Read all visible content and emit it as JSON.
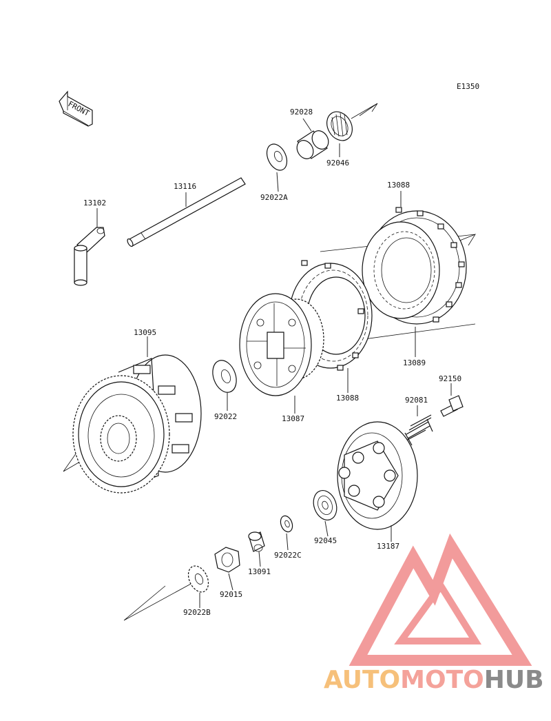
{
  "diagram": {
    "code": "E1350",
    "front_label": "FRONT",
    "parts": [
      {
        "id": "p-92028",
        "label": "92028"
      },
      {
        "id": "p-92046",
        "label": "92046"
      },
      {
        "id": "p-92022A",
        "label": "92022A"
      },
      {
        "id": "p-13116",
        "label": "13116"
      },
      {
        "id": "p-13102",
        "label": "13102"
      },
      {
        "id": "p-13088-top",
        "label": "13088"
      },
      {
        "id": "p-13089",
        "label": "13089"
      },
      {
        "id": "p-13088-bottom",
        "label": "13088"
      },
      {
        "id": "p-13087",
        "label": "13087"
      },
      {
        "id": "p-13095",
        "label": "13095"
      },
      {
        "id": "p-92022",
        "label": "92022"
      },
      {
        "id": "p-92150",
        "label": "92150"
      },
      {
        "id": "p-92081",
        "label": "92081"
      },
      {
        "id": "p-92045",
        "label": "92045"
      },
      {
        "id": "p-13187",
        "label": "13187"
      },
      {
        "id": "p-92022C",
        "label": "92022C"
      },
      {
        "id": "p-13091",
        "label": "13091"
      },
      {
        "id": "p-92015",
        "label": "92015"
      },
      {
        "id": "p-92022B",
        "label": "92022B"
      }
    ]
  },
  "watermark": {
    "part1": "AUTO",
    "part2": "MOTO",
    "part3": "HUB",
    "colors": {
      "part1": "#f6c07a",
      "part2": "#f4a29a",
      "part3": "#8a8a8a",
      "logo": "#f08a8a"
    }
  }
}
